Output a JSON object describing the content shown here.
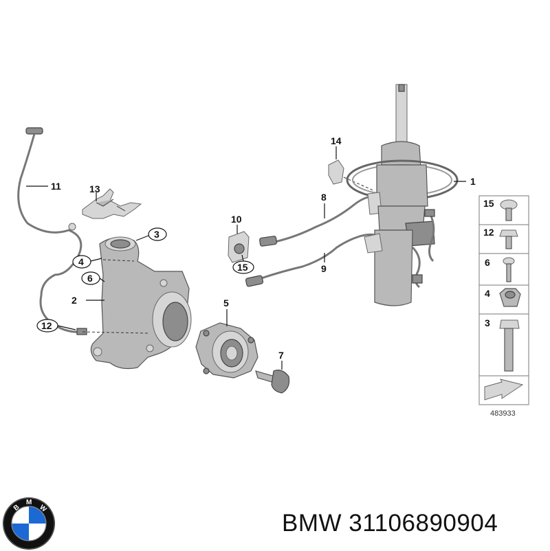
{
  "callouts": {
    "c1": "1",
    "c2": "2",
    "c3": "3",
    "c4": "4",
    "c5": "5",
    "c6": "6",
    "c7": "7",
    "c8": "8",
    "c9": "9",
    "c10": "10",
    "c11": "11",
    "c12": "12",
    "c13": "13",
    "c14": "14",
    "c15": "15"
  },
  "legend": {
    "items": [
      {
        "num": "15",
        "icon": "flange-bolt-icon"
      },
      {
        "num": "12",
        "icon": "hex-bolt-icon"
      },
      {
        "num": "6",
        "icon": "screw-icon"
      },
      {
        "num": "4",
        "icon": "nut-icon"
      },
      {
        "num": "3",
        "icon": "long-bolt-icon"
      }
    ]
  },
  "diagram_number": "483933",
  "brand": {
    "logo_letters": "BMW",
    "logo_colors": {
      "ring": "#111111",
      "blue": "#1c69d4",
      "white": "#ffffff"
    }
  },
  "caption": "BMW 31106890904"
}
